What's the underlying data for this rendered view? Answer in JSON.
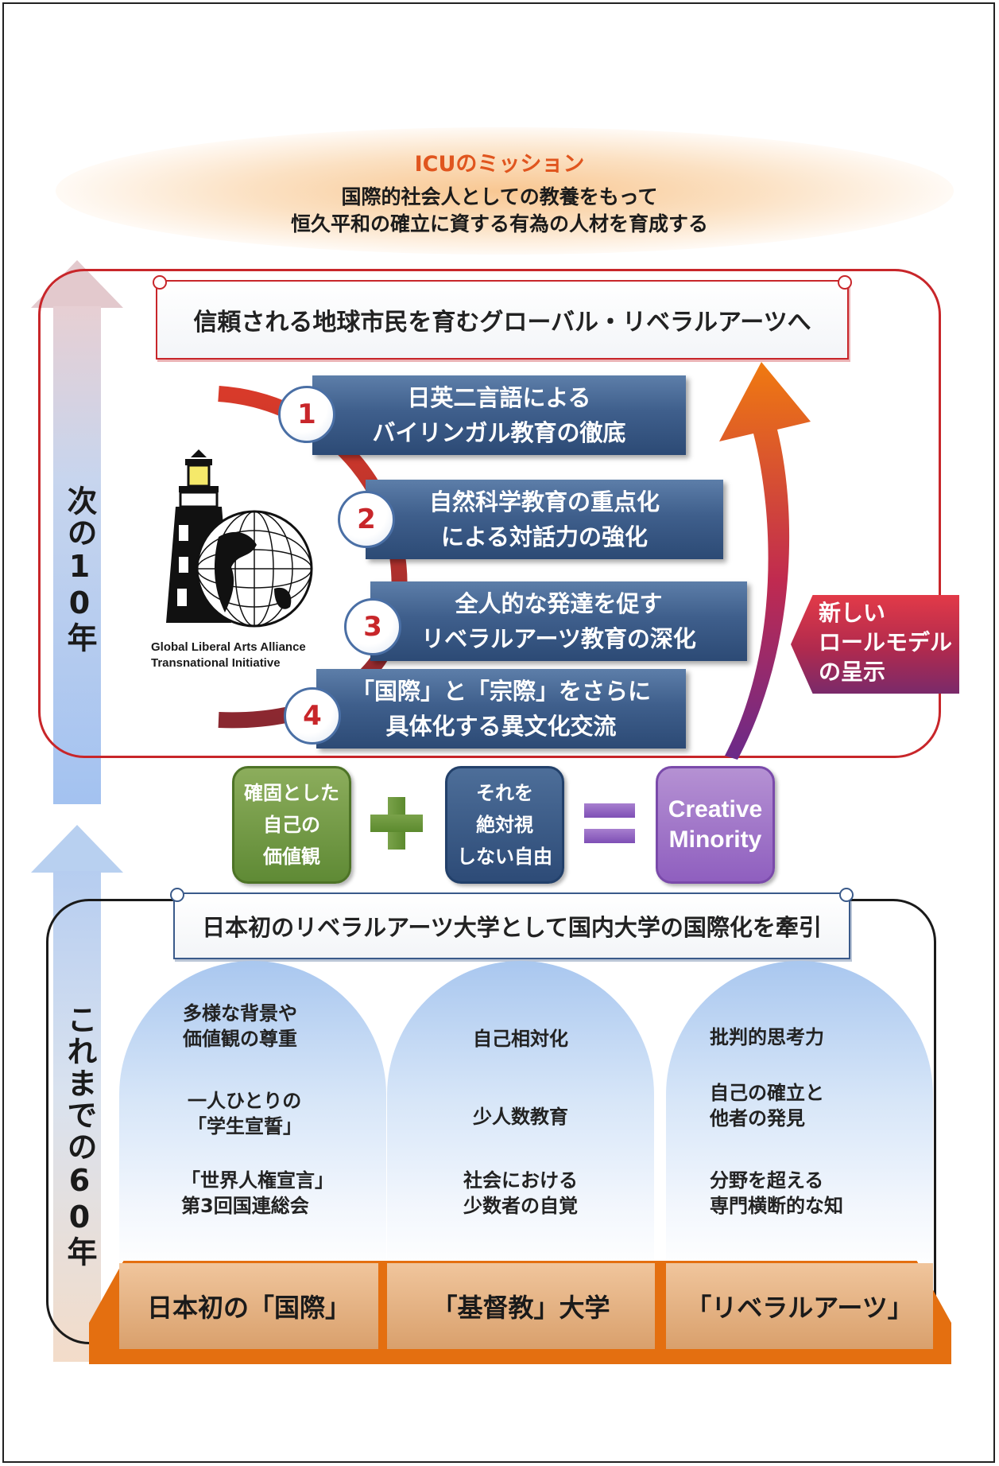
{
  "mission": {
    "title": "ICUのミッション",
    "line1": "国際的社会人としての教養をもって",
    "line2": "恒久平和の確立に資する有為の人材を育成する"
  },
  "timeline": {
    "next": "次の10年",
    "past": "これまでの60年"
  },
  "future": {
    "banner": "信頼される地球市民を育むグローバル・リベラルアーツへ",
    "items": [
      {
        "num": "1",
        "line1": "日英二言語による",
        "line2": "バイリンガル教育の徹底"
      },
      {
        "num": "2",
        "line1": "自然科学教育の重点化",
        "line2": "による対話力の強化"
      },
      {
        "num": "3",
        "line1": "全人的な発達を促す",
        "line2": "リベラルアーツ教育の深化"
      },
      {
        "num": "4",
        "line1": "「国際」と「宗際」をさらに",
        "line2": "具体化する異文化交流"
      }
    ],
    "logo_caption_1": "Global Liberal Arts Alliance",
    "logo_caption_2": "Transnational Initiative",
    "role_model": {
      "line1": "新しい",
      "line2": "ロールモデル",
      "line3": "の呈示"
    }
  },
  "equation": {
    "term1": {
      "line1": "確固とした",
      "line2": "自己の",
      "line3": "価値観"
    },
    "term2": {
      "line1": "それを",
      "line2": "絶対視",
      "line3": "しない自由"
    },
    "result": {
      "line1": "Creative",
      "line2": "Minority"
    }
  },
  "past": {
    "banner": "日本初のリベラルアーツ大学として国内大学の国際化を牽引",
    "pillars": [
      {
        "p1a": "多様な背景や",
        "p1b": "価値観の尊重",
        "p2a": "一人ひとりの",
        "p2b": "「学生宣誓」",
        "p3a": "「世界人権宣言」",
        "p3b": "第3回国連総会",
        "base": "日本初の「国際」"
      },
      {
        "p1": "自己相対化",
        "p2": "少人数教育",
        "p3a": "社会における",
        "p3b": "少数者の自覚",
        "base": "「基督教」大学"
      },
      {
        "p1": "批判的思考力",
        "p2a": "自己の確立と",
        "p2b": "他者の発見",
        "p3a": "分野を超える",
        "p3b": "専門横断的な知",
        "base": "「リベラルアーツ」"
      }
    ]
  },
  "colors": {
    "accent_red": "#c8262a",
    "item_blue": "#3f5f8c",
    "green": "#6b963e",
    "purple": "#8f5fbf",
    "orange": "#e46f10"
  }
}
